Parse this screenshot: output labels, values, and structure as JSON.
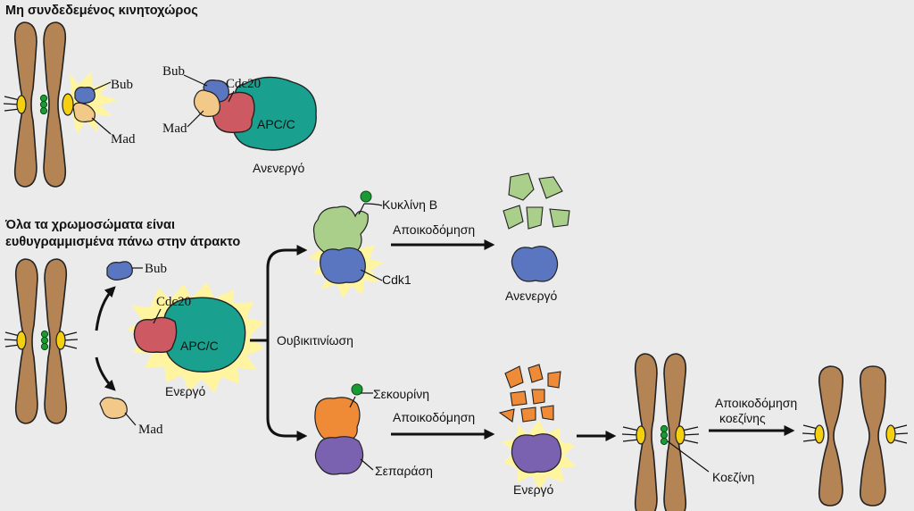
{
  "headings": {
    "unattached": "Μη συνδεδεμένος κινητοχώρος",
    "aligned_line1": "Όλα τα χρωμοσώματα είναι",
    "aligned_line2": "ευθυγραμμισμένα πάνω στην άτρακτο"
  },
  "labels": {
    "bub": "Bub",
    "mad": "Mad",
    "cdc20": "Cdc20",
    "apcc": "APC/C",
    "inactive": "Ανενεργό",
    "active": "Ενεργό",
    "cyclin_b": "Κυκλίνη Β",
    "cdk1": "Cdk1",
    "degradation": "Αποικοδόμηση",
    "ubiquitination": "Ουβικιτινίωση",
    "securin": "Σεκουρίνη",
    "separase": "Σεπαράση",
    "cohesin": "Κοεζίνη",
    "cohesin_degradation_line1": "Αποικοδόμηση",
    "cohesin_degradation_line2": "κοεζίνης"
  },
  "colors": {
    "background": "#ebebeb",
    "chromosome": "#b58455",
    "kinetochore": "#f4d010",
    "cohesin": "#1a9a32",
    "bub": "#5b76c0",
    "mad": "#f2c989",
    "cdc20": "#cd5a63",
    "apcc": "#1aa08e",
    "cyclin_b": "#a9cf8b",
    "cdk1": "#5b76c0",
    "securin": "#ef8a37",
    "separase": "#7a62b0",
    "glow": "#fff5a0"
  }
}
